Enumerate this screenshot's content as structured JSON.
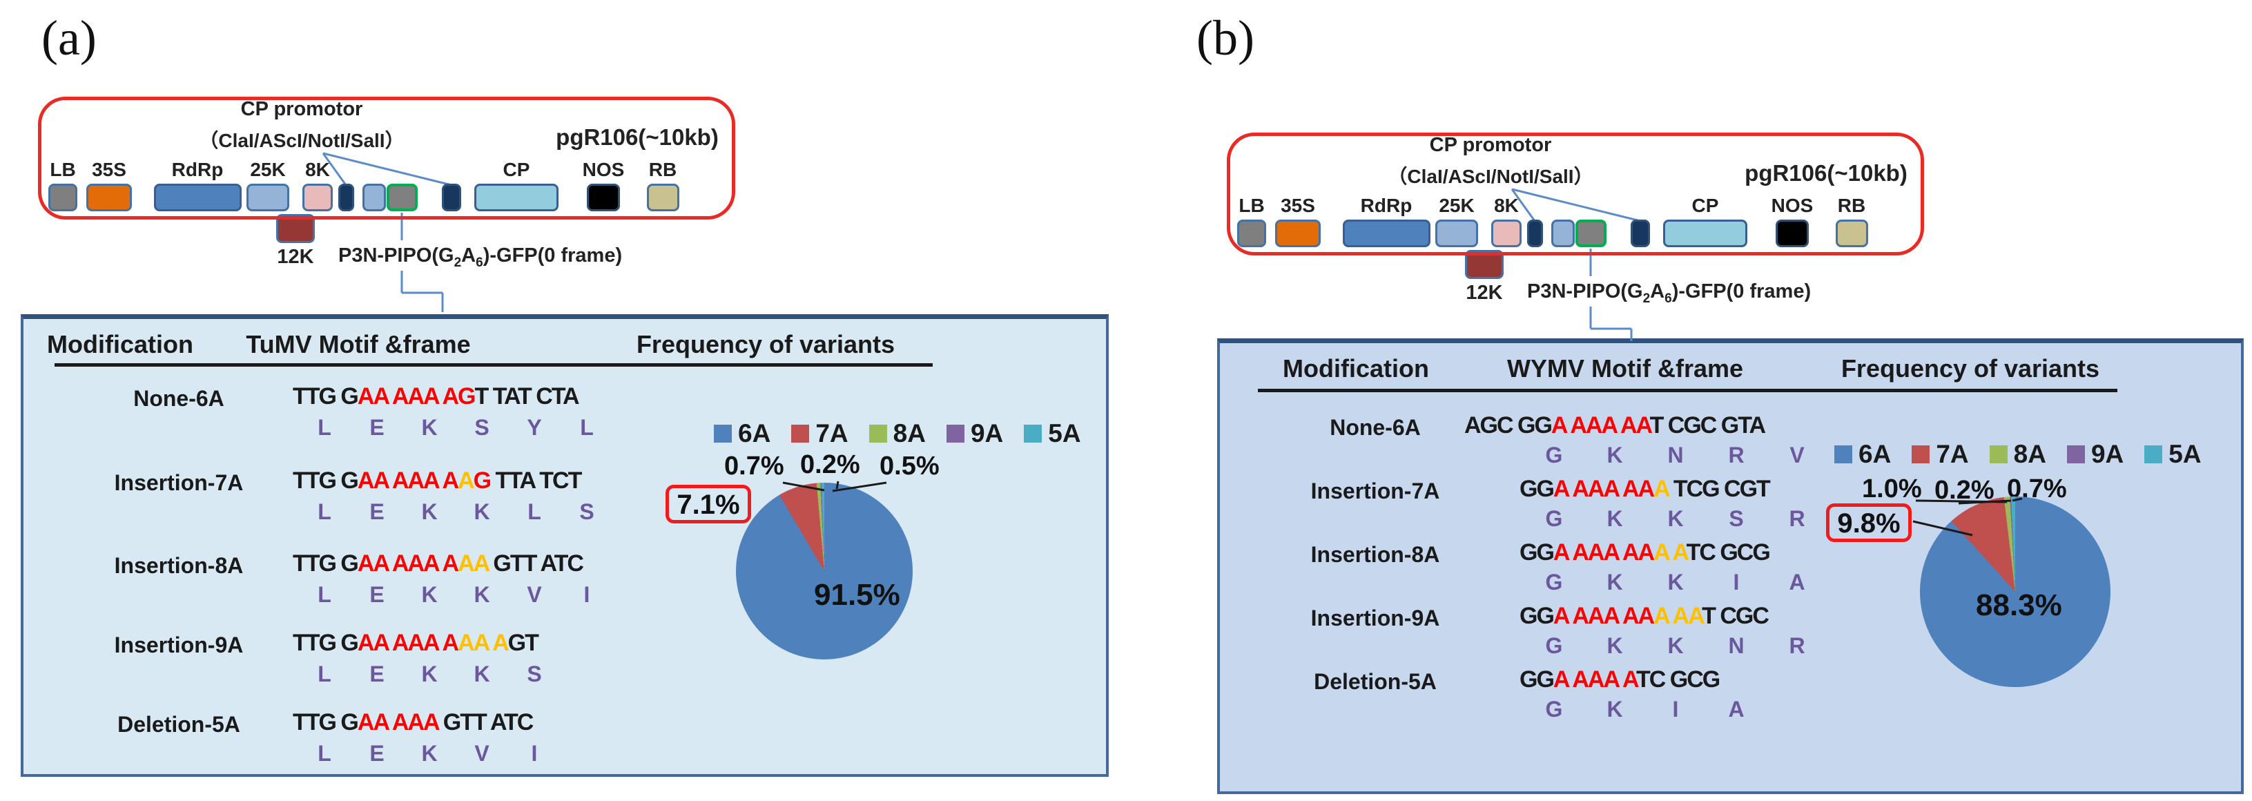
{
  "colors": {
    "accent_red": "#EA2A25",
    "steel_blue": "#4472A4",
    "connector_blue": "#5B8BC9",
    "table_a_bg": "#D9E9F3",
    "table_b_bg": "#C7D8EE",
    "seq_black": "#1a1a1a",
    "seq_red": "#FE0000",
    "seq_yellow": "#FFC000",
    "amino_purple": "#6B579B",
    "legend": [
      "#4F81BD",
      "#C0504D",
      "#9BBB59",
      "#8064A2",
      "#4BACC6"
    ]
  },
  "panels": [
    {
      "label": "(a)",
      "construct": {
        "cp_promotor": "CP promotor",
        "enzymes": "（ClaI/AScI/NotI/SalI）",
        "plasmid": "pgR106(~10kb)",
        "gene_12k": "12K",
        "p3n": {
          "p1": "P3N-PIPO(G",
          "s1": "2",
          "p2": "A",
          "s2": "6",
          "p3": ")-GFP(0 frame)"
        },
        "genes": [
          {
            "id": "lb",
            "label": "LB"
          },
          {
            "id": "s35",
            "label": "35S"
          },
          {
            "id": "rdrp",
            "label": "RdRp"
          },
          {
            "id": "k25",
            "label": "25K"
          },
          {
            "id": "k8",
            "label": "8K"
          },
          {
            "id": "nv1",
            "label": ""
          },
          {
            "id": "ins",
            "label": ""
          },
          {
            "id": "gg",
            "label": ""
          },
          {
            "id": "nv2",
            "label": ""
          },
          {
            "id": "cp",
            "label": "CP"
          },
          {
            "id": "nos",
            "label": "NOS"
          },
          {
            "id": "rb",
            "label": "RB"
          }
        ]
      },
      "table": {
        "headers": [
          "Modification",
          "TuMV Motif &frame",
          "Frequency of variants"
        ],
        "rows": [
          {
            "label": "None-6A",
            "seq": [
              [
                "k",
                "TTG G"
              ],
              [
                "r",
                "AA AAA AG"
              ],
              [
                "k",
                "T TAT CTA"
              ]
            ],
            "amino": [
              "L",
              "E",
              "K",
              "S",
              "Y",
              "L"
            ]
          },
          {
            "label": "Insertion-7A",
            "seq": [
              [
                "k",
                "TTG G"
              ],
              [
                "r",
                "AA AAA A"
              ],
              [
                "y",
                "A"
              ],
              [
                "r",
                "G"
              ],
              [
                "k",
                " TTA TCT"
              ]
            ],
            "amino": [
              "L",
              "E",
              "K",
              "K",
              "L",
              "S"
            ]
          },
          {
            "label": "Insertion-8A",
            "seq": [
              [
                "k",
                "TTG G"
              ],
              [
                "r",
                "AA AAA A"
              ],
              [
                "y",
                "AA"
              ],
              [
                "k",
                " GTT ATC"
              ]
            ],
            "amino": [
              "L",
              "E",
              "K",
              "K",
              "V",
              "I"
            ]
          },
          {
            "label": "Insertion-9A",
            "seq": [
              [
                "k",
                "TTG G"
              ],
              [
                "r",
                "AA AAA A"
              ],
              [
                "y",
                "AA A"
              ],
              [
                "k",
                "GT"
              ]
            ],
            "amino": [
              "L",
              "E",
              "K",
              "K",
              "S"
            ]
          },
          {
            "label": "Deletion-5A",
            "seq": [
              [
                "k",
                "TTG G"
              ],
              [
                "r",
                "AA AAA"
              ],
              [
                "k",
                " GTT ATC"
              ]
            ],
            "amino": [
              "L",
              "E",
              "K",
              "V",
              "I"
            ]
          }
        ]
      },
      "pie": {
        "legend": [
          "6A",
          "7A",
          "8A",
          "9A",
          "5A"
        ],
        "values": [
          91.5,
          7.1,
          0.7,
          0.2,
          0.5
        ],
        "main": "91.5%",
        "main_slice": "6A",
        "boxed": "7.1%",
        "boxed_slice": "7A",
        "callouts": [
          {
            "slice": "8A",
            "label": "0.7%"
          },
          {
            "slice": "9A",
            "label": "0.2%"
          },
          {
            "slice": "5A",
            "label": "0.5%"
          }
        ]
      }
    },
    {
      "label": "(b)",
      "construct": {
        "cp_promotor": "CP promotor",
        "enzymes": "（ClaI/AScI/NotI/SalI）",
        "plasmid": "pgR106(~10kb)",
        "gene_12k": "12K",
        "p3n": {
          "p1": "P3N-PIPO(G",
          "s1": "2",
          "p2": "A",
          "s2": "6",
          "p3": ")-GFP(0 frame)"
        },
        "genes": [
          {
            "id": "lb",
            "label": "LB"
          },
          {
            "id": "s35",
            "label": "35S"
          },
          {
            "id": "rdrp",
            "label": "RdRp"
          },
          {
            "id": "k25",
            "label": "25K"
          },
          {
            "id": "k8",
            "label": "8K"
          },
          {
            "id": "nv1",
            "label": ""
          },
          {
            "id": "ins",
            "label": ""
          },
          {
            "id": "gg",
            "label": ""
          },
          {
            "id": "nv2",
            "label": ""
          },
          {
            "id": "cp",
            "label": "CP"
          },
          {
            "id": "nos",
            "label": "NOS"
          },
          {
            "id": "rb",
            "label": "RB"
          }
        ]
      },
      "table": {
        "headers": [
          "Modification",
          "WYMV Motif &frame",
          "Frequency of variants"
        ],
        "rows": [
          {
            "label": "None-6A",
            "seq": [
              [
                "k",
                "AGC GG"
              ],
              [
                "r",
                "A AAA AA"
              ],
              [
                "k",
                "T CGC GTA"
              ]
            ],
            "amino": [
              "G",
              "K",
              "N",
              "R",
              "V"
            ]
          },
          {
            "label": "Insertion-7A",
            "seq": [
              [
                "k",
                "GG"
              ],
              [
                "r",
                "A AAA AA"
              ],
              [
                "y",
                "A"
              ],
              [
                "k",
                " TCG CGT"
              ]
            ],
            "amino": [
              "G",
              "K",
              "K",
              "S",
              "R"
            ]
          },
          {
            "label": "Insertion-8A",
            "seq": [
              [
                "k",
                "GG"
              ],
              [
                "r",
                "A AAA AA"
              ],
              [
                "y",
                "A A"
              ],
              [
                "k",
                "TC GCG"
              ]
            ],
            "amino": [
              "G",
              "K",
              "K",
              "I",
              "A"
            ]
          },
          {
            "label": "Insertion-9A",
            "seq": [
              [
                "k",
                "GG"
              ],
              [
                "r",
                "A AAA AA"
              ],
              [
                "y",
                "A AA"
              ],
              [
                "k",
                "T CGC"
              ]
            ],
            "amino": [
              "G",
              "K",
              "K",
              "N",
              "R"
            ]
          },
          {
            "label": "Deletion-5A",
            "seq": [
              [
                "k",
                "GG"
              ],
              [
                "r",
                "A AAA A"
              ],
              [
                "k",
                "TC GCG"
              ]
            ],
            "amino": [
              "G",
              "K",
              "I",
              "A"
            ]
          }
        ]
      },
      "pie": {
        "legend": [
          "6A",
          "7A",
          "8A",
          "9A",
          "5A"
        ],
        "values": [
          88.3,
          9.8,
          1.0,
          0.2,
          0.7
        ],
        "main": "88.3%",
        "main_slice": "6A",
        "boxed": "9.8%",
        "boxed_slice": "7A",
        "callouts": [
          {
            "slice": "8A",
            "label": "1.0%"
          },
          {
            "slice": "9A",
            "label": "0.2%"
          },
          {
            "slice": "5A",
            "label": "0.7%"
          }
        ]
      }
    }
  ],
  "chart_data": [
    {
      "type": "pie",
      "title": "Frequency of variants (TuMV)",
      "categories": [
        "6A",
        "7A",
        "8A",
        "9A",
        "5A"
      ],
      "values": [
        91.5,
        7.1,
        0.7,
        0.2,
        0.5
      ],
      "unit": "%",
      "colors": [
        "#4F81BD",
        "#C0504D",
        "#9BBB59",
        "#8064A2",
        "#4BACC6"
      ],
      "legend_position": "top",
      "labels": [
        "91.5%",
        "7.1%",
        "0.7%",
        "0.2%",
        "0.5%"
      ]
    },
    {
      "type": "pie",
      "title": "Frequency of variants (WYMV)",
      "categories": [
        "6A",
        "7A",
        "8A",
        "9A",
        "5A"
      ],
      "values": [
        88.3,
        9.8,
        1.0,
        0.2,
        0.7
      ],
      "unit": "%",
      "colors": [
        "#4F81BD",
        "#C0504D",
        "#9BBB59",
        "#8064A2",
        "#4BACC6"
      ],
      "legend_position": "top",
      "labels": [
        "88.3%",
        "9.8%",
        "1.0%",
        "0.2%",
        "0.7%"
      ]
    }
  ]
}
